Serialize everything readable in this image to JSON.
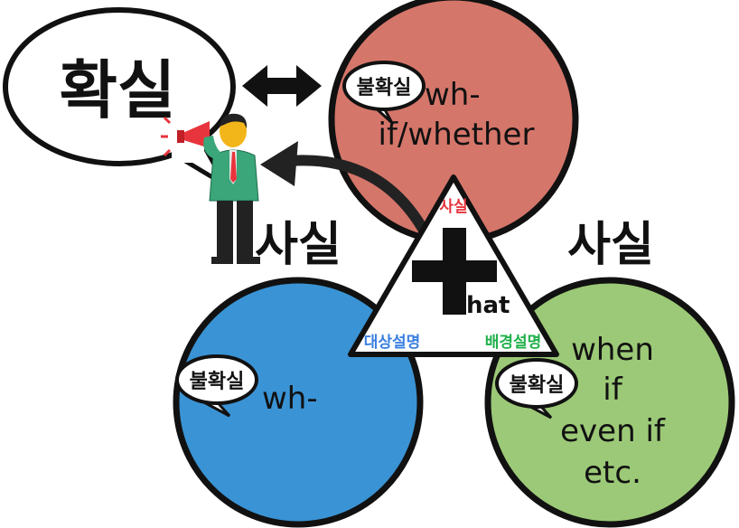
{
  "top_bubble": {
    "text": "확실"
  },
  "side_labels": {
    "left": "사실",
    "right": "사실"
  },
  "red_circle": {
    "color": "#d5766a",
    "bubble": "불확실",
    "line1": "wh-",
    "line2": "if/whether"
  },
  "blue_circle": {
    "color": "#3a93d4",
    "bubble": "불확실",
    "line1": "wh-"
  },
  "green_circle": {
    "color": "#9cc977",
    "bubble": "불확실",
    "lines": [
      "when",
      "if",
      "even if",
      "etc."
    ]
  },
  "triangle": {
    "top_label": "사실",
    "top_color": "#e8343c",
    "bottom_left": "대상설명",
    "bottom_left_color": "#3a7fe0",
    "bottom_right": "배경설명",
    "bottom_right_color": "#1fb04a",
    "plus_suffix": "hat"
  },
  "icons": {
    "arrow": "double-arrow-icon",
    "person": "person-with-megaphone-icon",
    "curved_arrow": "curved-arrow-icon"
  }
}
